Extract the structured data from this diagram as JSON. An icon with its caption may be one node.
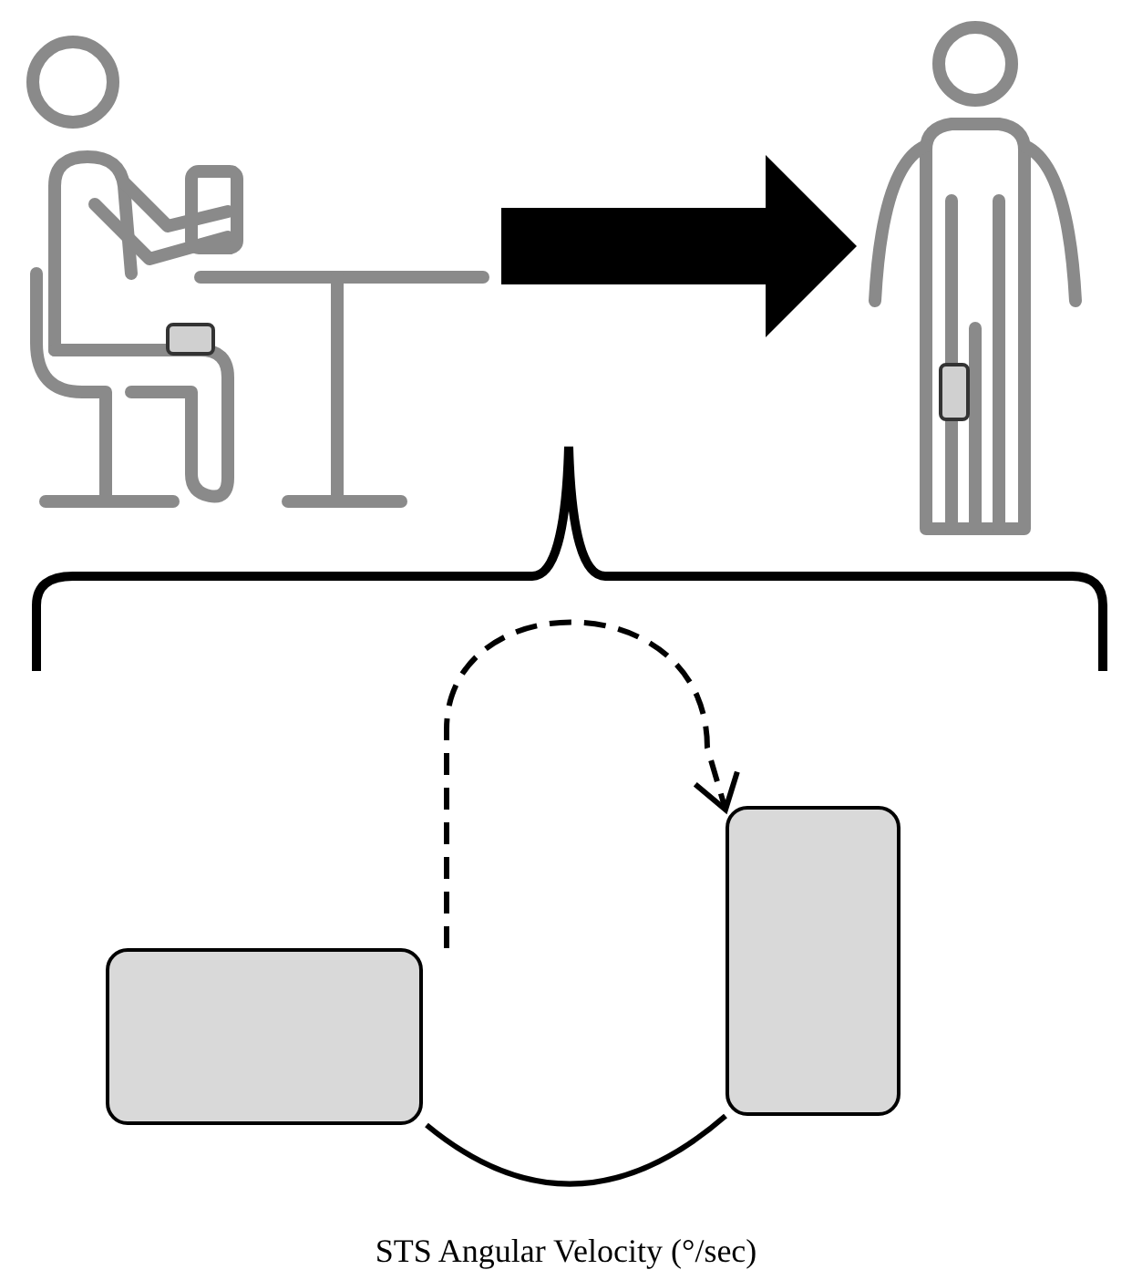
{
  "diagram": {
    "caption": "STS Angular Velocity (°/sec)",
    "nodes": [
      {
        "text": [],
        "shape": "person"
      },
      {
        "text": [],
        "shape": "person"
      },
      {
        "text": [],
        "shape": "box"
      },
      {
        "text": [],
        "shape": "box"
      }
    ],
    "edges": [
      {
        "from": 0,
        "to": 1,
        "arrow": "to",
        "style": "thick"
      },
      {
        "from": 2,
        "to": 3,
        "arrow": "to",
        "style": "dashed"
      },
      {
        "from": 2,
        "to": 3,
        "arrow": "none"
      }
    ]
  }
}
